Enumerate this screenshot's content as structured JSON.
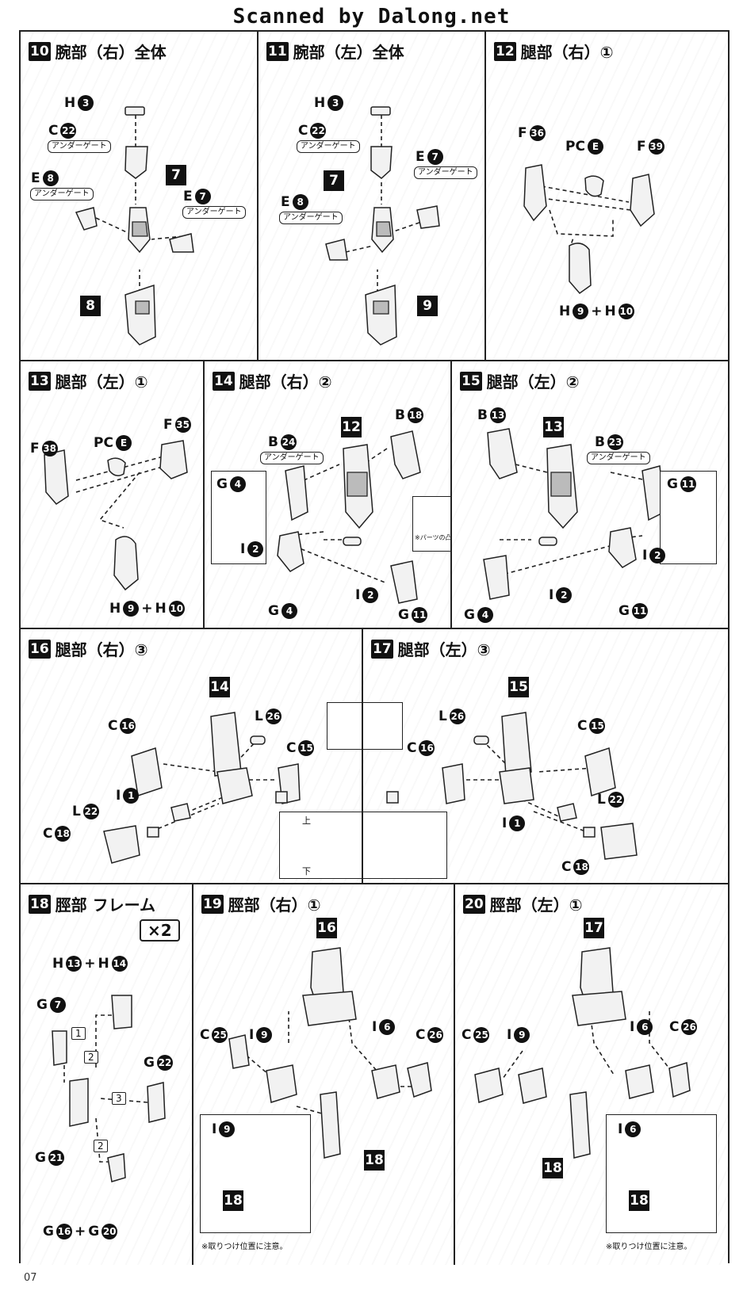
{
  "header": "Scanned by Dalong.net",
  "page_number": "07",
  "under_gate": "アンダーゲート",
  "panels": [
    {
      "no": "10",
      "title": "腕部（右）全体"
    },
    {
      "no": "11",
      "title": "腕部（左）全体"
    },
    {
      "no": "12",
      "title": "腿部（右）①"
    },
    {
      "no": "13",
      "title": "腿部（左）①"
    },
    {
      "no": "14",
      "title": "腿部（右）②"
    },
    {
      "no": "15",
      "title": "腿部（左）②"
    },
    {
      "no": "16",
      "title": "腿部（右）③"
    },
    {
      "no": "17",
      "title": "腿部（左）③"
    },
    {
      "no": "18",
      "title": "脛部 フレーム"
    },
    {
      "no": "19",
      "title": "脛部（右）①"
    },
    {
      "no": "20",
      "title": "脛部（左）①"
    }
  ],
  "notes": {
    "cut_caution": "※パーツの凸部を切り取らないよう注意。",
    "mount_caution": "※取りつけ位置に注意。",
    "up": "上",
    "down": "下",
    "times2": "×2"
  },
  "parts": {
    "p10": {
      "h": "H",
      "h_n": "3",
      "c": "C",
      "c_n": "22",
      "e1": "E",
      "e1_n": "8",
      "e2": "E",
      "e2_n": "7",
      "step_a": "7",
      "step_b": "8"
    },
    "p11": {
      "h": "H",
      "h_n": "3",
      "c": "C",
      "c_n": "22",
      "e1": "E",
      "e1_n": "7",
      "e2": "E",
      "e2_n": "8",
      "step_a": "7",
      "step_b": "9"
    },
    "p12": {
      "f1": "F",
      "f1_n": "36",
      "pc": "PC",
      "pc_n": "E",
      "f2": "F",
      "f2_n": "39",
      "h1": "H",
      "h1_n": "9",
      "plus": "+",
      "h2": "H",
      "h2_n": "10"
    },
    "p13": {
      "f1": "F",
      "f1_n": "38",
      "pc": "PC",
      "pc_n": "E",
      "f2": "F",
      "f2_n": "35",
      "h1": "H",
      "h1_n": "9",
      "plus": "+",
      "h2": "H",
      "h2_n": "10"
    },
    "p14": {
      "b1": "B",
      "b1_n": "24",
      "b2": "B",
      "b2_n": "18",
      "step": "12",
      "g1": "G",
      "g1_n": "4",
      "i1": "I",
      "i1_n": "2",
      "i2": "I",
      "i2_n": "2",
      "g2": "G",
      "g2_n": "4",
      "g3": "G",
      "g3_n": "11"
    },
    "p15": {
      "b1": "B",
      "b1_n": "13",
      "b2": "B",
      "b2_n": "23",
      "step": "13",
      "g1": "G",
      "g1_n": "11",
      "i1": "I",
      "i1_n": "2",
      "i2": "I",
      "i2_n": "2",
      "g2": "G",
      "g2_n": "4",
      "g3": "G",
      "g3_n": "11"
    },
    "p16": {
      "step": "14",
      "c1": "C",
      "c1_n": "16",
      "l1": "L",
      "l1_n": "26",
      "c2": "C",
      "c2_n": "15",
      "i1": "I",
      "i1_n": "1",
      "l2": "L",
      "l2_n": "22",
      "c3": "C",
      "c3_n": "18"
    },
    "p17": {
      "step": "15",
      "l1": "L",
      "l1_n": "26",
      "c1": "C",
      "c1_n": "16",
      "c2": "C",
      "c2_n": "15",
      "l2": "L",
      "l2_n": "22",
      "i1": "I",
      "i1_n": "1",
      "c3": "C",
      "c3_n": "18"
    },
    "p18": {
      "h1": "H",
      "h1_n": "13",
      "plus": "+",
      "h2": "H",
      "h2_n": "14",
      "g1": "G",
      "g1_n": "7",
      "g2": "G",
      "g2_n": "22",
      "g3": "G",
      "g3_n": "21",
      "g4": "G",
      "g4_n": "16",
      "plus2": "+",
      "g5": "G",
      "g5_n": "20",
      "s1": "1",
      "s2": "2",
      "s3": "3",
      "s4": "2"
    },
    "p19": {
      "step": "16",
      "c1": "C",
      "c1_n": "25",
      "i1": "I",
      "i1_n": "9",
      "i2": "I",
      "i2_n": "6",
      "c2": "C",
      "c2_n": "26",
      "i3": "I",
      "i3_n": "9",
      "s18a": "18",
      "s18b": "18"
    },
    "p20": {
      "step": "17",
      "c1": "C",
      "c1_n": "25",
      "i1": "I",
      "i1_n": "9",
      "i2": "I",
      "i2_n": "6",
      "c2": "C",
      "c2_n": "26",
      "i3": "I",
      "i3_n": "6",
      "s18a": "18",
      "s18b": "18"
    }
  }
}
